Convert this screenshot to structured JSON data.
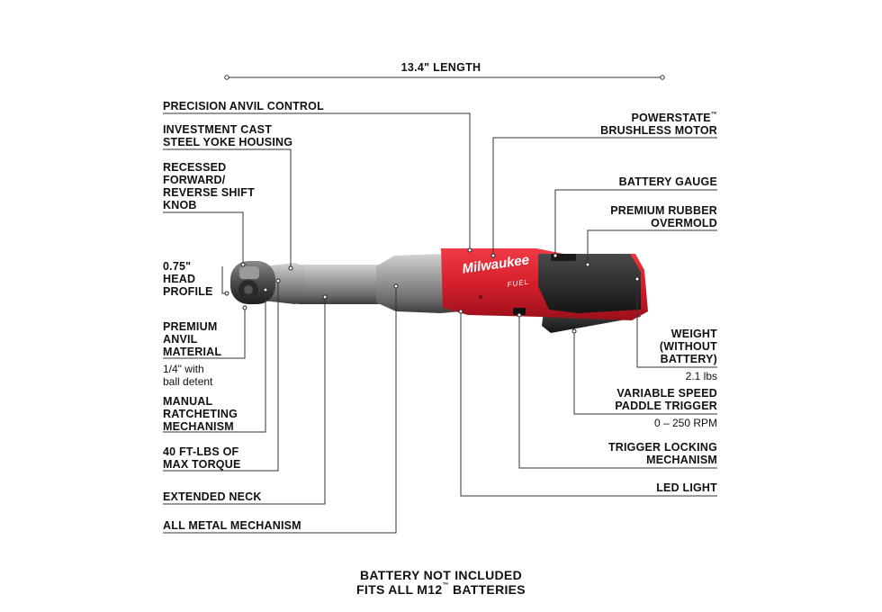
{
  "dimension": {
    "length": "13.4\" LENGTH"
  },
  "labels": {
    "precision_anvil_control": "PRECISION ANVIL CONTROL",
    "investment_cast_housing": "INVESTMENT CAST\nSTEEL YOKE HOUSING",
    "shift_knob": "RECESSED\nFORWARD/\nREVERSE SHIFT\nKNOB",
    "head_profile": "0.75\"\nHEAD\nPROFILE",
    "premium_anvil": "PREMIUM\nANVIL\nMATERIAL",
    "premium_anvil_detail": "1/4\" with\nball detent",
    "ratcheting_mechanism": "MANUAL\nRATCHETING\nMECHANISM",
    "max_torque": "40 FT-LBS OF\nMAX TORQUE",
    "extended_neck": "EXTENDED NECK",
    "all_metal": "ALL METAL MECHANISM",
    "powerstate_line1": "POWERSTATE",
    "powerstate_tm": "™",
    "powerstate_line2": "BRUSHLESS MOTOR",
    "battery_gauge": "BATTERY GAUGE",
    "rubber_overmold": "PREMIUM RUBBER\nOVERMOLD",
    "weight": "WEIGHT\n(WITHOUT\nBATTERY)",
    "weight_value": "2.1 lbs",
    "paddle_trigger": "VARIABLE SPEED\nPADDLE TRIGGER",
    "rpm_value": "0 – 250 RPM",
    "trigger_lock": "TRIGGER LOCKING\nMECHANISM",
    "led_light": "LED LIGHT"
  },
  "brand": {
    "name": "Milwaukee",
    "sub": "FUEL"
  },
  "footer": {
    "line1": "BATTERY NOT INCLUDED",
    "line2_pre": "FITS ALL M12",
    "line2_tm": "™",
    "line2_post": " BATTERIES"
  },
  "colors": {
    "brand_red": "#d41f2b",
    "metal": "#8e8e8e",
    "rubber": "#2a2a2a",
    "line": "#333333"
  }
}
